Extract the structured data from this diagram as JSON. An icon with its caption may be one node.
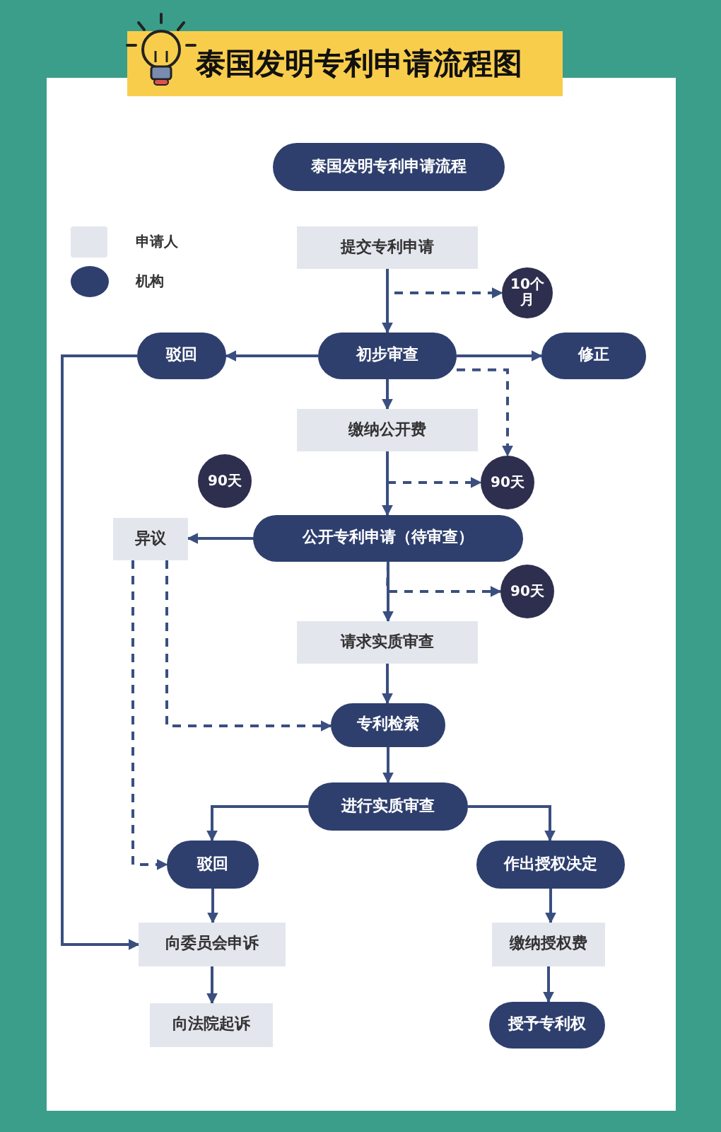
{
  "diagram": {
    "title": "泰国发明专利申请流程图",
    "nodes": [
      {
        "text": [
          "泰国发明专利申请流程"
        ]
      },
      {
        "text": [
          "提交专利申请"
        ]
      },
      {
        "text": [
          "10个月"
        ]
      },
      {
        "text": [
          "驳回"
        ]
      },
      {
        "text": [
          "初步审查"
        ]
      },
      {
        "text": [
          "修正"
        ]
      },
      {
        "text": [
          "缴纳公开费"
        ]
      },
      {
        "text": [
          "90天"
        ]
      },
      {
        "text": [
          "90天"
        ]
      },
      {
        "text": [
          "异议"
        ]
      },
      {
        "text": [
          "公开专利申请（待审查）"
        ]
      },
      {
        "text": [
          "90天"
        ]
      },
      {
        "text": [
          "请求实质审查"
        ]
      },
      {
        "text": [
          "专利检索"
        ]
      },
      {
        "text": [
          "进行实质审查"
        ]
      },
      {
        "text": [
          "驳回"
        ]
      },
      {
        "text": [
          "作出授权决定"
        ]
      },
      {
        "text": [
          "向委员会申诉"
        ]
      },
      {
        "text": [
          "缴纳授权费"
        ]
      },
      {
        "text": [
          "向法院起诉"
        ]
      },
      {
        "text": [
          "授予专利权"
        ]
      }
    ],
    "edges": [
      {
        "from": 1,
        "to": 4,
        "arrow": "to"
      },
      {
        "from": 1,
        "to": 2,
        "arrow": "to",
        "style": "dashed"
      },
      {
        "from": 4,
        "to": 3,
        "arrow": "to"
      },
      {
        "from": 4,
        "to": 5,
        "arrow": "to"
      },
      {
        "from": 4,
        "to": 6,
        "arrow": "to"
      },
      {
        "from": 4,
        "to": 8,
        "arrow": "to",
        "style": "dashed"
      },
      {
        "from": 6,
        "to": 10,
        "arrow": "to"
      },
      {
        "from": 6,
        "to": 8,
        "arrow": "to",
        "style": "dashed"
      },
      {
        "from": 10,
        "to": 9,
        "arrow": "to"
      },
      {
        "from": 10,
        "to": 12,
        "arrow": "to"
      },
      {
        "from": 10,
        "to": 11,
        "arrow": "to",
        "style": "dashed"
      },
      {
        "from": 12,
        "to": 13,
        "arrow": "to"
      },
      {
        "from": 9,
        "to": 13,
        "arrow": "to",
        "style": "dashed"
      },
      {
        "from": 9,
        "to": 15,
        "arrow": "to",
        "style": "dashed"
      },
      {
        "from": 13,
        "to": 14,
        "arrow": "to"
      },
      {
        "from": 14,
        "to": 15,
        "arrow": "to"
      },
      {
        "from": 14,
        "to": 16,
        "arrow": "to"
      },
      {
        "from": 15,
        "to": 17,
        "arrow": "to"
      },
      {
        "from": 16,
        "to": 18,
        "arrow": "to"
      },
      {
        "from": 17,
        "to": 19,
        "arrow": "to"
      },
      {
        "from": 18,
        "to": 20,
        "arrow": "to"
      },
      {
        "from": 3,
        "to": 17,
        "arrow": "to"
      }
    ],
    "legend": [
      {
        "text": "申请人",
        "color": "#e4e6ee"
      },
      {
        "text": "机构",
        "color": "#2e3f6e"
      }
    ]
  }
}
